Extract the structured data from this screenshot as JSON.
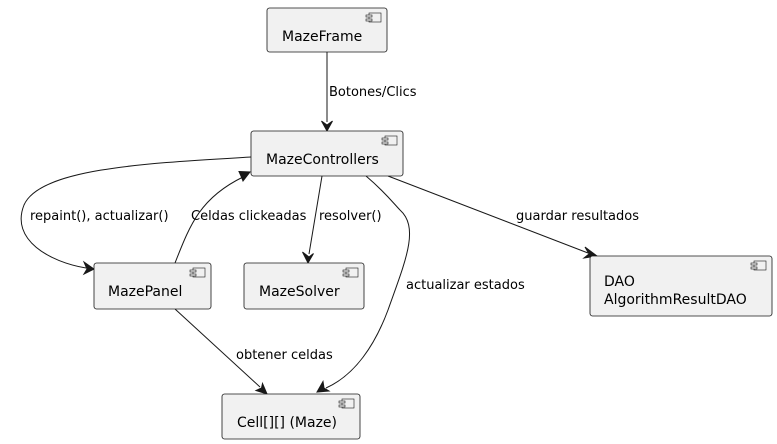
{
  "nodes": {
    "maze_frame": "MazeFrame",
    "maze_controllers": "MazeControllers",
    "maze_panel": "MazePanel",
    "maze_solver": "MazeSolver",
    "cell_maze": "Cell[][] (Maze)",
    "dao_line1": "DAO",
    "dao_line2": "AlgorithmResultDAO"
  },
  "edges": {
    "frame_to_controllers": "Botones/Clics",
    "controllers_to_panel": "repaint(), actualizar()",
    "panel_to_controllers": "Celdas clickeadas",
    "controllers_to_solver": "resolver()",
    "controllers_to_dao": "guardar resultados",
    "controllers_to_cells": "actualizar estados",
    "panel_to_cells": "obtener celdas"
  },
  "colors": {
    "node_fill": "#f1f1f1",
    "stroke": "#181818"
  }
}
